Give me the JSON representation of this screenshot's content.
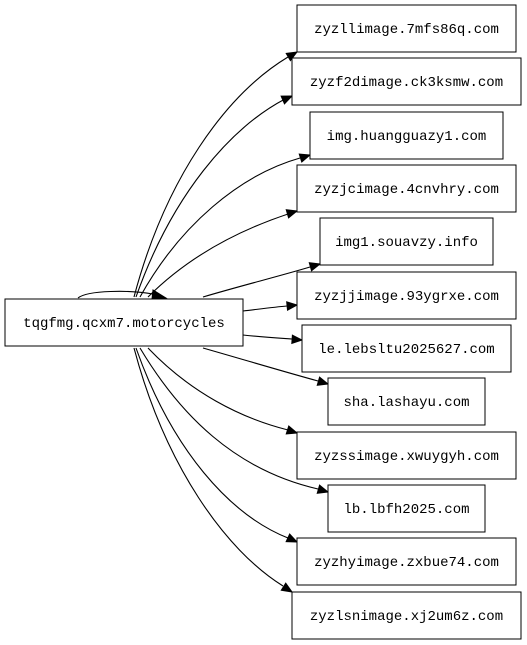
{
  "graph": {
    "source": {
      "label": "tqgfmg.qcxm7.motorcycles"
    },
    "targets": [
      {
        "label": "zyzllimage.7mfs86q.com"
      },
      {
        "label": "zyzf2dimage.ck3ksmw.com"
      },
      {
        "label": "img.huangguazy1.com"
      },
      {
        "label": "zyzjcimage.4cnvhry.com"
      },
      {
        "label": "img1.souavzy.info"
      },
      {
        "label": "zyzjjimage.93ygrxe.com"
      },
      {
        "label": "le.lebsltu2025627.com"
      },
      {
        "label": "sha.lashayu.com"
      },
      {
        "label": "zyzssimage.xwuygyh.com"
      },
      {
        "label": "lb.lbfh2025.com"
      },
      {
        "label": "zyzhyimage.zxbue74.com"
      },
      {
        "label": "zyzlsnimage.xj2um6z.com"
      }
    ],
    "has_self_loop": true
  }
}
